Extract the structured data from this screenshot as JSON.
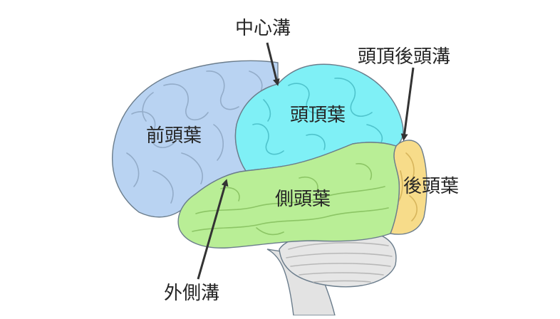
{
  "colors": {
    "frontal": "#b9d3f2",
    "parietal": "#7ff0f6",
    "temporal": "#b9ee96",
    "occipital": "#f7dc8a",
    "brainstem": "#e3e3e3",
    "label": "#262626",
    "arrow": "#333333"
  },
  "lobes": {
    "frontal": "前頭葉",
    "parietal": "頭頂葉",
    "temporal": "側頭葉",
    "occipital": "後頭葉"
  },
  "sulci": {
    "central": "中心溝",
    "parieto_occipital": "頭頂後頭溝",
    "lateral": "外側溝"
  }
}
